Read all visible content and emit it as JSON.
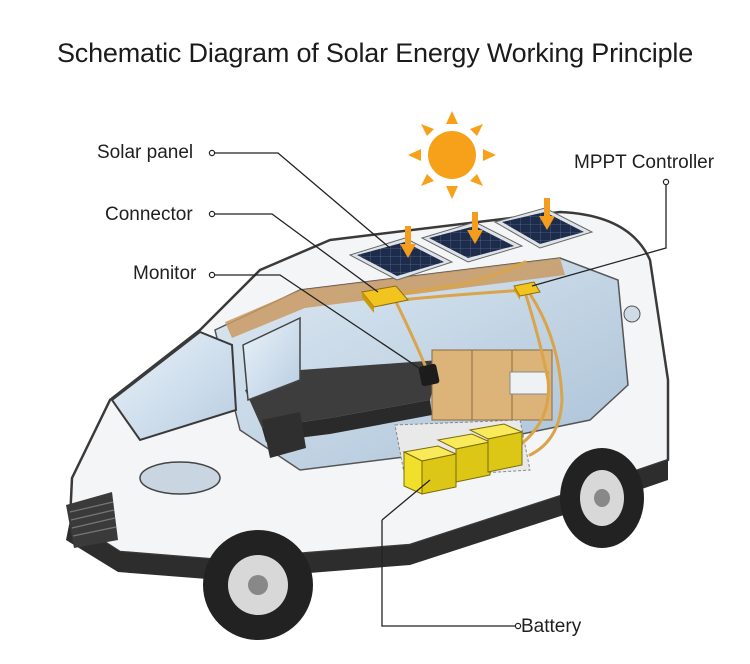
{
  "diagram": {
    "title": "Schematic Diagram of Solar Energy Working Principle",
    "labels": {
      "solar_panel": "Solar panel",
      "connector": "Connector",
      "monitor": "Monitor",
      "mppt_controller": "MPPT Controller",
      "battery": "Battery"
    },
    "panel_count": 3,
    "battery_count": 3
  },
  "colors": {
    "sun": "#f7a11a",
    "arrow": "#f39c1e",
    "panel": "#1c2a4a",
    "cable": "#d9a44a",
    "battery": "#f1e02a",
    "connector": "#f2c41f"
  }
}
